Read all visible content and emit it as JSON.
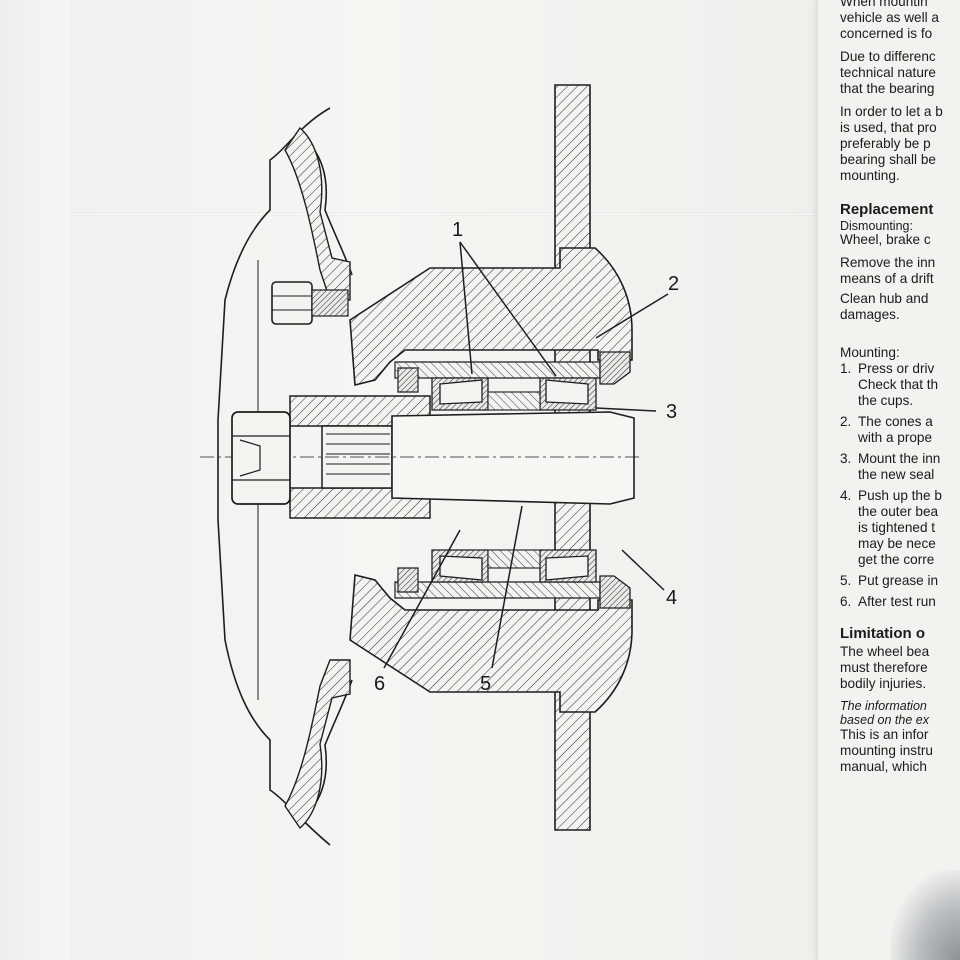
{
  "diagram": {
    "callouts": [
      "1",
      "2",
      "3",
      "4",
      "5",
      "6"
    ]
  },
  "text_column": {
    "intro_lines": [
      "When mountin",
      "vehicle as well a",
      "concerned is fo"
    ],
    "para2": [
      "Due to differenc",
      "technical nature",
      "that the bearing"
    ],
    "para3": [
      "In order to let a b",
      "is used, that pro",
      "preferably be p",
      "bearing shall be",
      "mounting."
    ],
    "replacement_heading": "Replacement",
    "dismounting_label": "Dismounting:",
    "dismount_lines": [
      "Wheel, brake c",
      "Remove the inn",
      "means of a drift",
      "Clean hub and",
      "damages."
    ],
    "mounting_label": "Mounting:",
    "steps": [
      {
        "n": "1.",
        "lines": [
          "Press or driv",
          "Check that th",
          "the cups."
        ]
      },
      {
        "n": "2.",
        "lines": [
          "The cones a",
          "with a prope"
        ]
      },
      {
        "n": "3.",
        "lines": [
          "Mount the inn",
          "the new seal"
        ]
      },
      {
        "n": "4.",
        "lines": [
          "Push up the b",
          "the outer bea",
          "is tightened t",
          "may be nece",
          "get the corre"
        ]
      },
      {
        "n": "5.",
        "lines": [
          "Put grease in"
        ]
      },
      {
        "n": "6.",
        "lines": [
          "After test run"
        ]
      }
    ],
    "limitation_heading": "Limitation o",
    "limitation_lines": [
      "The wheel bea",
      "must therefore",
      "bodily injuries."
    ],
    "info_italic": [
      "The information",
      "based on the ex"
    ],
    "info_lines": [
      "This is an infor",
      "mounting instru",
      "manual, which"
    ]
  }
}
